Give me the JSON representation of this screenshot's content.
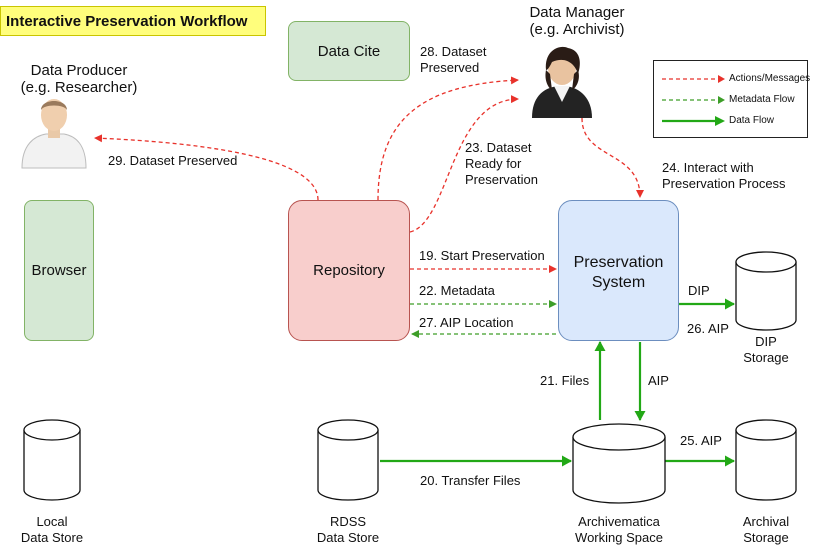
{
  "title": "Interactive Preservation Workflow",
  "nodes": {
    "datacite": "Data Cite",
    "browser": "Browser",
    "repository": "Repository",
    "preservation": "Preservation\nSystem",
    "data_producer": "Data Producer\n(e.g. Researcher)",
    "data_manager": "Data Manager\n(e.g. Archivist)",
    "dip_storage": "DIP\nStorage",
    "local_store": "Local\nData Store",
    "rdss_store": "RDSS\nData Store",
    "archivematica": "Archivematica\nWorking Space",
    "archival_storage": "Archival\nStorage"
  },
  "edges": {
    "e28": "28. Dataset\nPreserved",
    "e29": "29. Dataset Preserved",
    "e23": "23. Dataset\nReady for\nPreservation",
    "e24": "24. Interact with\nPreservation Process",
    "e19": "19. Start Preservation",
    "e22": "22.  Metadata",
    "e27": "27. AIP Location",
    "e_dip": "DIP",
    "e26": "26. AIP",
    "e21": "21. Files",
    "e_aip": "AIP",
    "e25": "25. AIP",
    "e20": "20. Transfer Files"
  },
  "legend": {
    "actions": "Actions/Messages",
    "metadata": "Metadata Flow",
    "dataflow": "Data Flow"
  },
  "colors": {
    "action": "#e8322b",
    "metadata": "#3d9e28",
    "dataflow": "#22a816"
  },
  "icons": {
    "producer": "person-icon",
    "manager": "person-icon",
    "storage": "cylinder-icon"
  }
}
